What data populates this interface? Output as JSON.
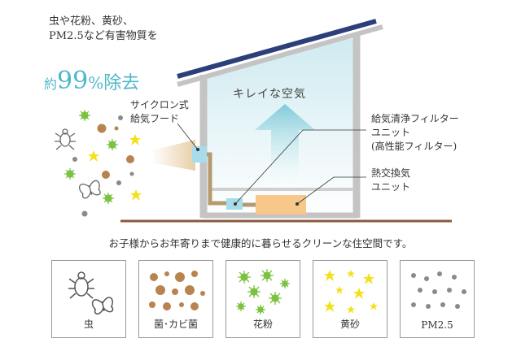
{
  "headline": {
    "line1": "虫や花粉、黄砂、",
    "line2": "PM2.5など有害物質を"
  },
  "removal": {
    "prefix": "約",
    "number": "99",
    "unit": "%",
    "suffix": "除去"
  },
  "diagram": {
    "clean_air_label": "キレイな空気",
    "hood_label": [
      "サイクロン式",
      "給気フード"
    ],
    "filter_label": [
      "給気清浄フィルター",
      "ユニット",
      "(高性能フィルター)"
    ],
    "exchanger_label": [
      "熱交換気",
      "ユニット"
    ]
  },
  "tagline": "お子様からお年寄りまで健康的に暮らせるクリーンな住空間です。",
  "cards": [
    {
      "label": "虫",
      "icon": "insect-icon"
    },
    {
      "label": "菌･カビ菌",
      "icon": "bacteria-mold-icon"
    },
    {
      "label": "花粉",
      "icon": "pollen-icon"
    },
    {
      "label": "黄砂",
      "icon": "yellow-sand-icon"
    },
    {
      "label": "PM2.5",
      "icon": "pm25-icon"
    }
  ],
  "colors": {
    "accent": "#4bb8c9",
    "roof": "#2c3f7a",
    "ground": "#8b5a3c",
    "unit_fill": "#f7c88a",
    "filter_fill": "#a8dcea",
    "pollen": "#7cc242",
    "bacteria": "#b7844f",
    "sand": "#f2e11a",
    "pm25": "#8a8a8a"
  }
}
